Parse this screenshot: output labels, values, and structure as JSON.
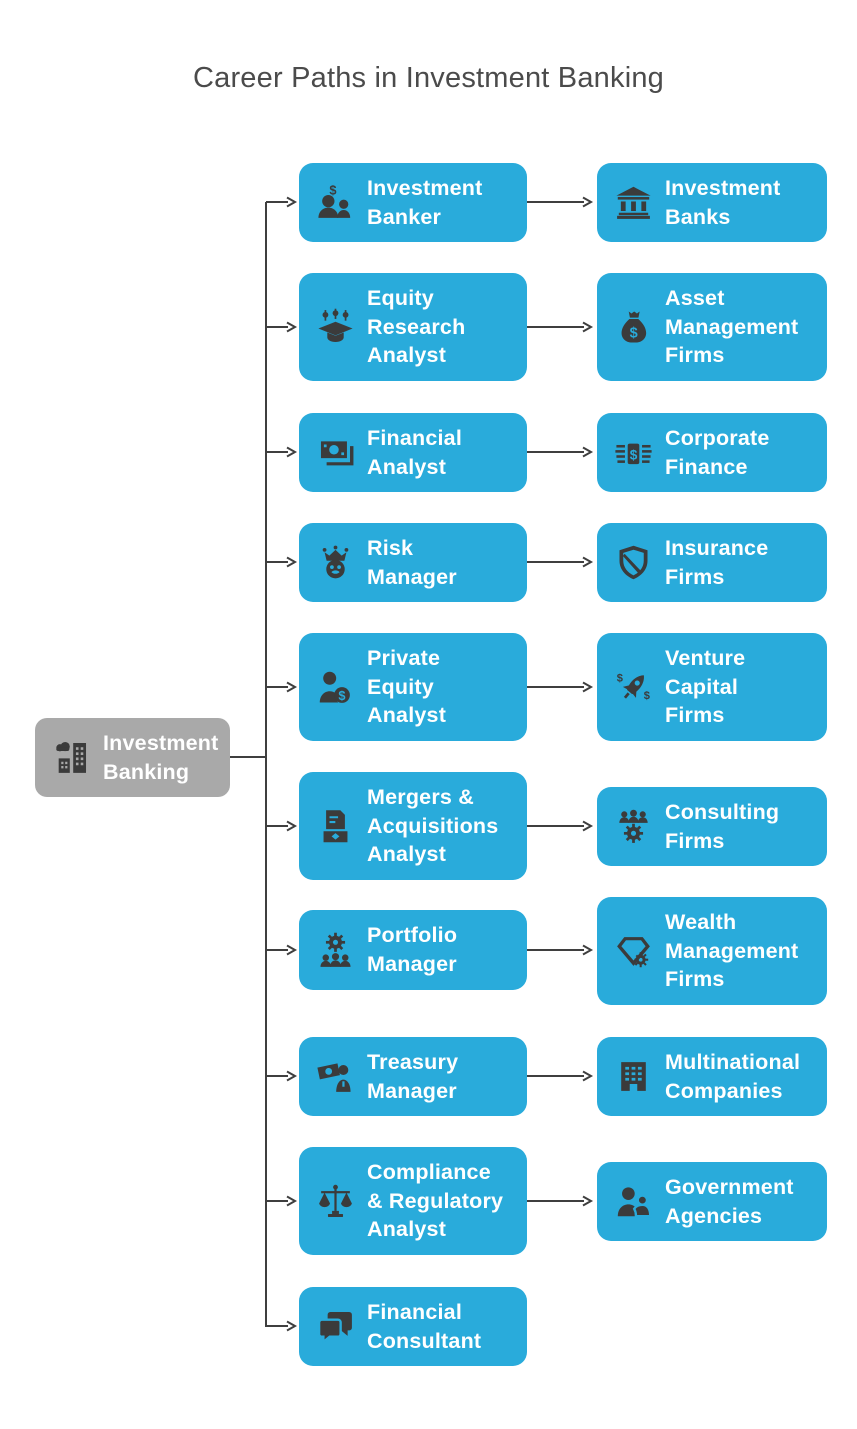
{
  "title": "Career Paths in Investment Banking",
  "colors": {
    "node_bg": "#29abdb",
    "root_bg": "#a9a9a9",
    "icon": "#3b3b3b",
    "line": "#3f3f3f",
    "title_text": "#4b4b4b",
    "node_text": "#ffffff"
  },
  "root": {
    "label": "Investment\nBanking",
    "icon": "buildings-cloud-icon"
  },
  "rows": [
    {
      "career": {
        "label": "Investment\nBanker",
        "icon": "banker-people-dollar-icon"
      },
      "employer": {
        "label": "Investment\nBanks",
        "icon": "bank-building-icon"
      }
    },
    {
      "career": {
        "label": "Equity\nResearch\nAnalyst",
        "icon": "graduation-chart-icon"
      },
      "employer": {
        "label": "Asset\nManagement\nFirms",
        "icon": "money-bag-icon"
      }
    },
    {
      "career": {
        "label": "Financial\nAnalyst",
        "icon": "banknotes-icon"
      },
      "employer": {
        "label": "Corporate\nFinance",
        "icon": "money-stack-icon"
      }
    },
    {
      "career": {
        "label": "Risk\nManager",
        "icon": "crown-face-icon"
      },
      "employer": {
        "label": "Insurance\nFirms",
        "icon": "shield-icon"
      }
    },
    {
      "career": {
        "label": "Private\nEquity\nAnalyst",
        "icon": "person-coin-icon"
      },
      "employer": {
        "label": "Venture\nCapital\nFirms",
        "icon": "rocket-dollar-icon"
      }
    },
    {
      "career": {
        "label": "Mergers &\nAcquisitions\nAnalyst",
        "icon": "document-handshake-icon"
      },
      "employer": {
        "label": "Consulting\nFirms",
        "icon": "people-gear-icon"
      }
    },
    {
      "career": {
        "label": "Portfolio\nManager",
        "icon": "gear-people-icon"
      },
      "employer": {
        "label": "Wealth\nManagement\nFirms",
        "icon": "diamond-gear-icon"
      }
    },
    {
      "career": {
        "label": "Treasury\nManager",
        "icon": "cash-person-icon"
      },
      "employer": {
        "label": "Multinational\nCompanies",
        "icon": "office-building-icon"
      }
    },
    {
      "career": {
        "label": "Compliance\n& Regulatory\nAnalyst",
        "icon": "scales-icon"
      },
      "employer": {
        "label": "Government\nAgencies",
        "icon": "people-group-icon"
      }
    },
    {
      "career": {
        "label": "Financial\nConsultant",
        "icon": "chat-bubbles-icon"
      },
      "employer": null
    }
  ]
}
